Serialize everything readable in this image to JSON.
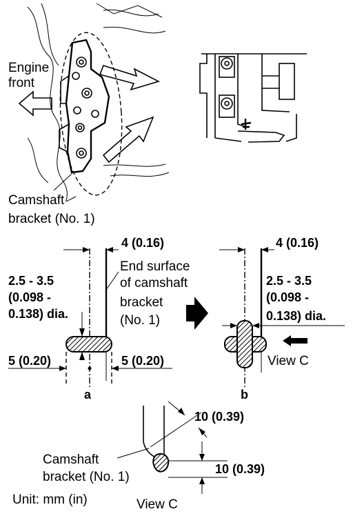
{
  "top_left": {
    "engine_front_line1": "Engine",
    "engine_front_line2": "front",
    "bracket_label_line1": "Camshaft",
    "bracket_label_line2": "bracket (No. 1)"
  },
  "detail_a": {
    "width_dim": "4 (0.16)",
    "dia_line1": "2.5 - 3.5",
    "dia_line2": "(0.098 -",
    "dia_line3": "0.138) dia.",
    "end_surface_line1": "End surface",
    "end_surface_line2": "of camshaft",
    "end_surface_line3": "bracket",
    "end_surface_line4": "(No. 1)",
    "left_offset": "5 (0.20)",
    "right_offset": "5 (0.20)",
    "caption": "a"
  },
  "detail_b": {
    "width_dim": "4 (0.16)",
    "dia_line1": "2.5 - 3.5",
    "dia_line2": "(0.098 -",
    "dia_line3": "0.138) dia.",
    "view_label": "View C",
    "caption": "b"
  },
  "view_c": {
    "diag_dim": "10 (0.39)",
    "vert_dim": "10 (0.39)",
    "bracket_line1": "Camshaft",
    "bracket_line2": "bracket (No. 1)",
    "caption": "View C"
  },
  "unit_note": "Unit: mm (in)"
}
